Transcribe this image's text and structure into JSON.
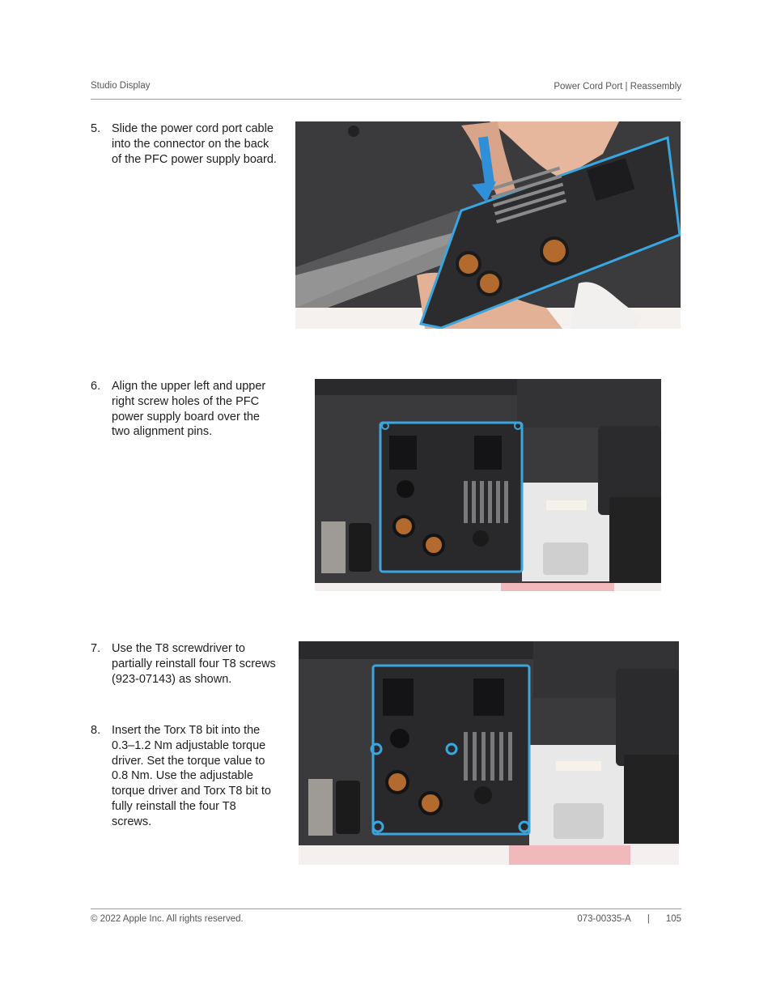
{
  "header": {
    "left": "Studio Display",
    "right": "Power Cord Port | Reassembly"
  },
  "steps": [
    {
      "num": "5.",
      "text": "Slide the power cord port cable into the connector on the back of the PFC power supply board."
    },
    {
      "num": "6.",
      "text": "Align the upper left and upper right screw holes of the PFC power supply board over the two alignment pins."
    },
    {
      "num": "7.",
      "text": "Use the T8 screwdriver to partially reinstall four T8 screws (923-07143) as shown."
    },
    {
      "num": "8.",
      "text": "Insert the Torx T8 bit into the 0.3–1.2 Nm adjustable torque driver. Set the torque value to 0.8 Nm. Use the adjustable torque driver and Torx T8 bit to fully reinstall the four T8 screws."
    }
  ],
  "footer": {
    "copyright": "© 2022 Apple Inc. All rights reserved.",
    "doc_number": "073-00335-A",
    "separator": "|",
    "page": "105"
  },
  "colors": {
    "highlight": "#3aa6e0",
    "board": "#2b2b2d",
    "enclosure": "#3a3a3c"
  }
}
